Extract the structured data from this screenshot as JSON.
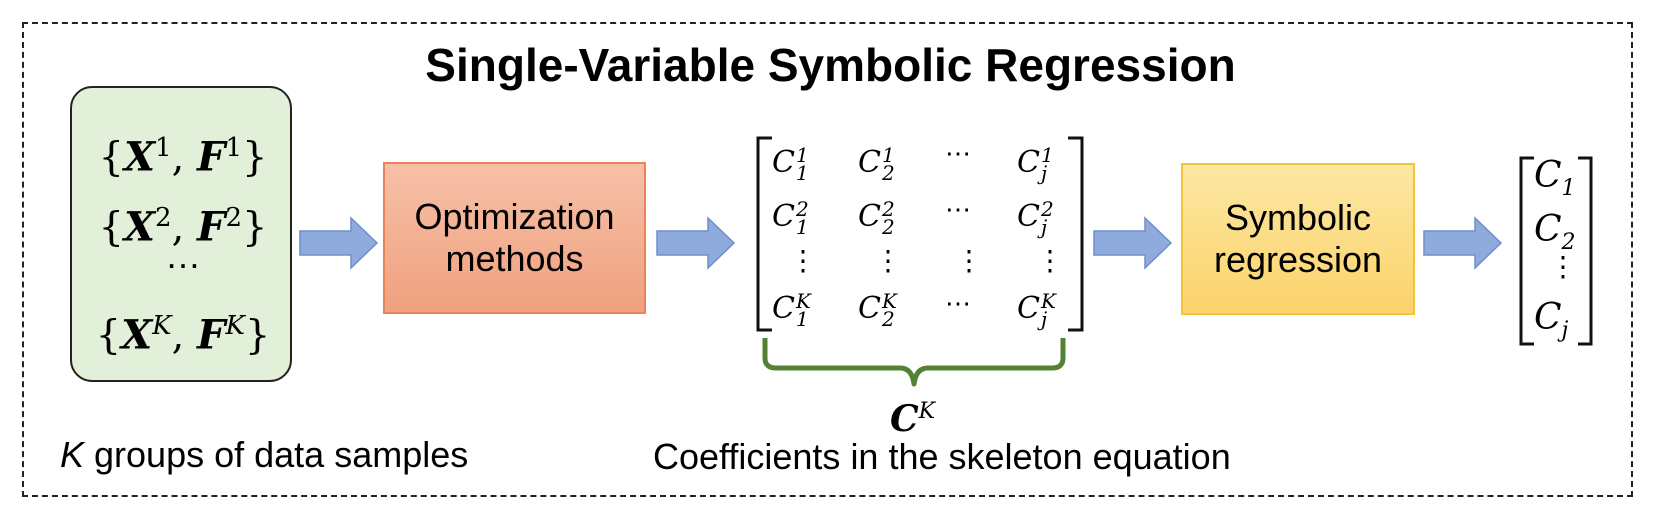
{
  "title": "Single-Variable Symbolic Regression",
  "data_groups": [
    {
      "x": "X",
      "f": "F",
      "sup": "1"
    },
    {
      "x": "X",
      "f": "F",
      "sup": "2"
    },
    {
      "ellipsis": "…"
    },
    {
      "x": "X",
      "f": "F",
      "sup": "K"
    }
  ],
  "optimization_box": {
    "line1": "Optimization",
    "line2": "methods"
  },
  "symbolic_box": {
    "line1": "Symbolic",
    "line2": "regression"
  },
  "matrix": {
    "symbol": "C",
    "columns": [
      "1",
      "2",
      "j"
    ],
    "rows": [
      "1",
      "2",
      "K"
    ],
    "hdots": "⋯",
    "vdots": "⋮"
  },
  "brace_label": {
    "symbol": "C",
    "sup": "K"
  },
  "result_vector": {
    "symbol": "C",
    "subs": [
      "1",
      "2",
      "j"
    ],
    "vdots": "⋮"
  },
  "captions": {
    "left_italic": "K",
    "left_rest": " groups of data samples",
    "right": "Coefficients in the skeleton equation"
  },
  "colors": {
    "data_box_fill": "#e2efd9",
    "optimization_fill": "#f4b194",
    "symbolic_fill": "#fcd980",
    "arrow_fill": "#8faadc",
    "brace": "#548235"
  }
}
